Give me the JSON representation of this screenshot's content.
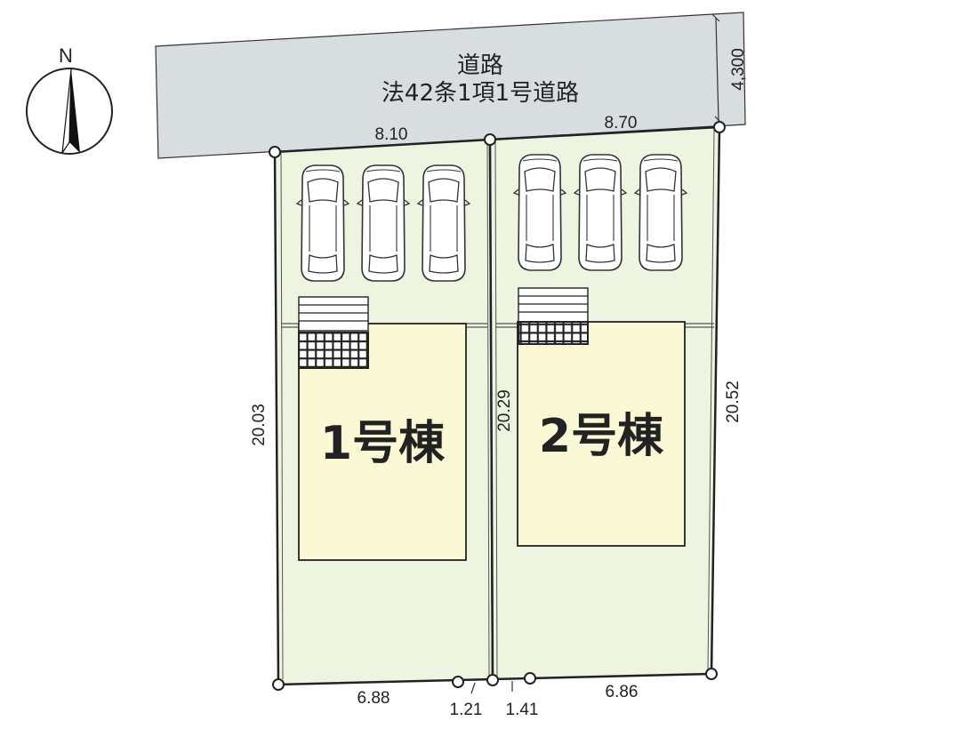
{
  "compass": {
    "label": "N"
  },
  "road": {
    "name": "道路",
    "type": "法42条1項1号道路",
    "width": "4,300"
  },
  "lots": [
    {
      "label": "1号棟",
      "frontage": "8.10",
      "depth": "20.03",
      "rear": "6.88"
    },
    {
      "label": "2号棟",
      "frontage": "8.70",
      "depth_left": "20.29",
      "depth_right": "20.52",
      "rear": "6.86"
    }
  ],
  "passage": {
    "width_left": "1.21",
    "width_right": "1.41"
  },
  "colors": {
    "road": "#d8dde0",
    "lot": "#edf5e1",
    "building": "#fbf8d6",
    "outline": "#222222"
  }
}
